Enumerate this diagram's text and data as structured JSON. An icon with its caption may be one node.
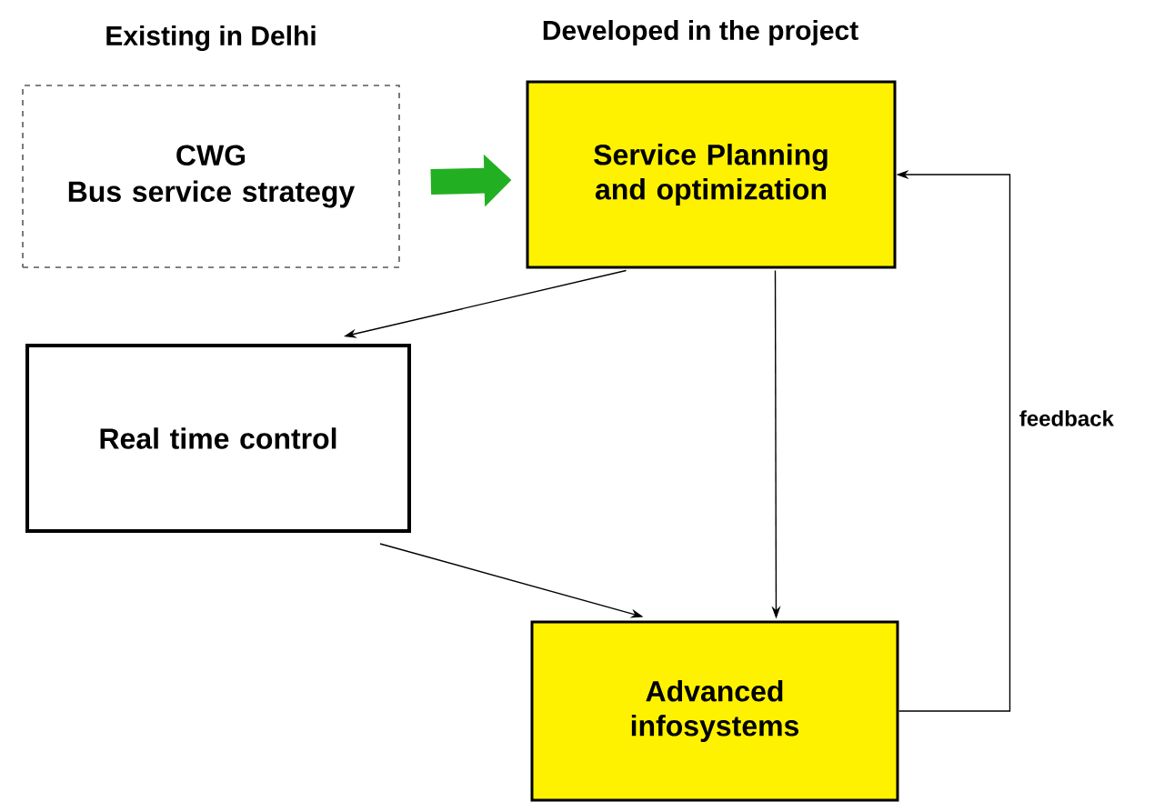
{
  "diagram": {
    "nodes": [
      {
        "text": [
          "CWG",
          "Bus service strategy"
        ]
      },
      {
        "text": [
          "Service Planning and optimization"
        ]
      },
      {
        "text": [
          "Real time control"
        ]
      },
      {
        "text": [
          "Advanced infosystems"
        ]
      }
    ],
    "edges": [
      {
        "from": 0,
        "to": 1,
        "arrow": "to",
        "style": "thick",
        "color": "#22b022"
      },
      {
        "from": 1,
        "to": 2,
        "arrow": "to"
      },
      {
        "from": 1,
        "to": 3,
        "arrow": "to"
      },
      {
        "from": 2,
        "to": 3,
        "arrow": "to"
      },
      {
        "from": 3,
        "to": 1,
        "arrow": "to",
        "label": "feedback"
      }
    ],
    "labels": [
      "Existing in Delhi",
      "Developed in the project"
    ]
  }
}
